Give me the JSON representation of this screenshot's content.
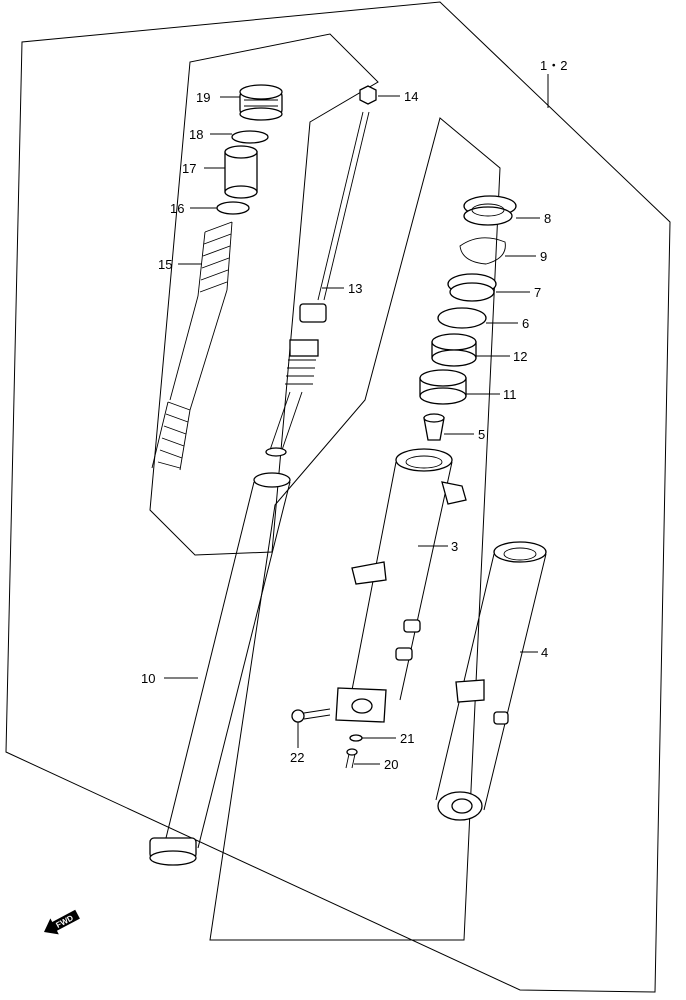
{
  "labels": {
    "p1_2": "1・2",
    "p3": "3",
    "p4": "4",
    "p5": "5",
    "p6": "6",
    "p7": "7",
    "p8": "8",
    "p9": "9",
    "p10": "10",
    "p11": "11",
    "p12": "12",
    "p13": "13",
    "p14": "14",
    "p15": "15",
    "p16": "16",
    "p17": "17",
    "p18": "18",
    "p19": "19",
    "p20": "20",
    "p21": "21",
    "p22": "22"
  },
  "fwd": "FWD",
  "icons": {
    "fwd_arrow": "fwd-arrow-icon"
  }
}
